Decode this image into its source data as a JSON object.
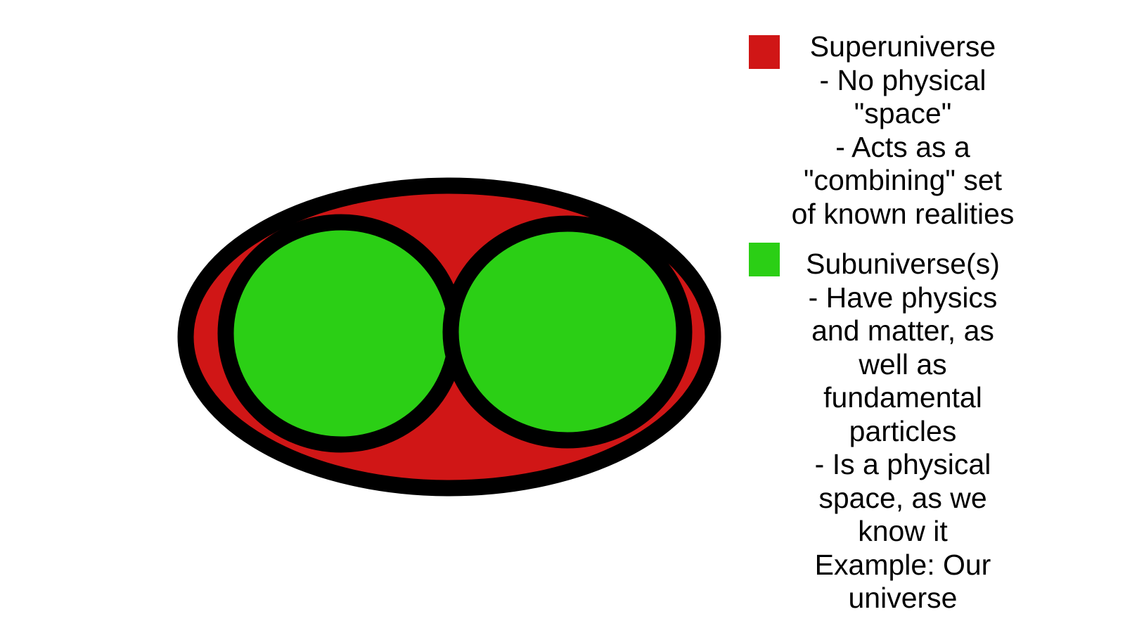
{
  "colors": {
    "red": "#D01616",
    "green": "#2BCF15",
    "outline": "#000000",
    "background": "#FFFFFF",
    "text": "#000000"
  },
  "diagram": {
    "type": "euler-venn",
    "outer_set": {
      "name": "Superuniverse",
      "fill": "#D01616",
      "outline": "#000000"
    },
    "inner_sets": [
      {
        "name": "Subuniverse",
        "fill": "#2BCF15",
        "outline": "#000000"
      },
      {
        "name": "Subuniverse",
        "fill": "#2BCF15",
        "outline": "#000000"
      }
    ]
  },
  "legend": {
    "items": [
      {
        "name": "Superuniverse",
        "swatch_color": "#D01616",
        "lines": [
          "Superuniverse",
          "- No physical",
          "\"space\"",
          "- Acts as a",
          "\"combining\" set",
          "of known realities"
        ]
      },
      {
        "name": "Subuniverse(s)",
        "swatch_color": "#2BCF15",
        "lines": [
          "Subuniverse(s)",
          "- Have physics",
          "and matter, as",
          "well as",
          "fundamental",
          "particles",
          "- Is a physical",
          "space, as we",
          "know it",
          "Example: Our",
          "universe"
        ]
      }
    ]
  }
}
